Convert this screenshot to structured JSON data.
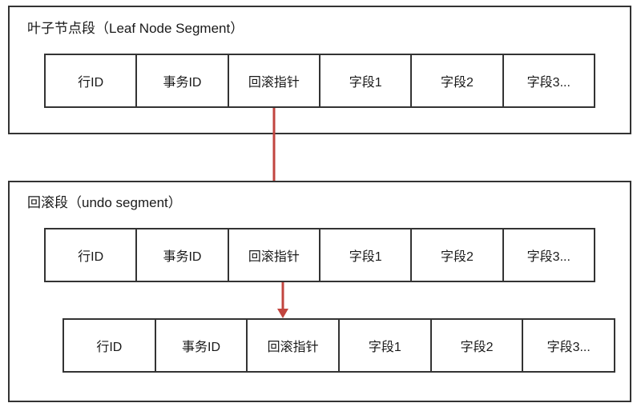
{
  "theme": {
    "background": "#ffffff",
    "border_color": "#333333",
    "text_color": "#1a1a1a",
    "arrow_color": "#c2453f"
  },
  "diagram": {
    "leaf_segment": {
      "title": "叶子节点段（Leaf Node Segment）",
      "record": {
        "cells": [
          "行ID",
          "事务ID",
          "回滚指针",
          "字段1",
          "字段2",
          "字段3..."
        ]
      }
    },
    "undo_segment": {
      "title": "回滚段（undo segment）",
      "record": {
        "cells": [
          "行ID",
          "事务ID",
          "回滚指针",
          "字段1",
          "字段2",
          "字段3..."
        ]
      },
      "old_record": {
        "cells": [
          "行ID",
          "事务ID",
          "回滚指针",
          "字段1",
          "字段2",
          "字段3..."
        ]
      }
    }
  }
}
